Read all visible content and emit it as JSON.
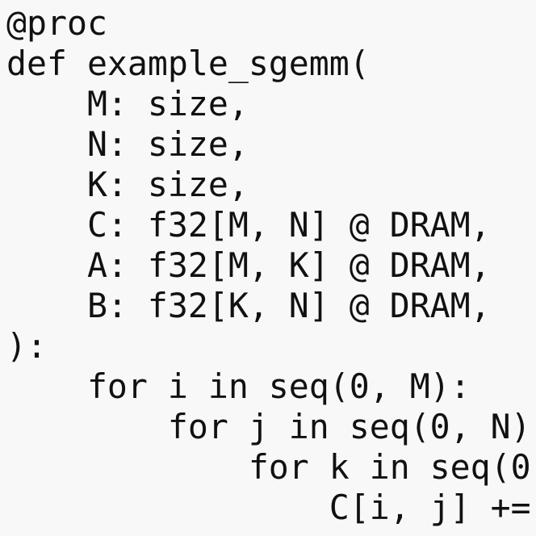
{
  "code": {
    "lines": [
      "@proc",
      "def example_sgemm(",
      "    M: size,",
      "    N: size,",
      "    K: size,",
      "    C: f32[M, N] @ DRAM,",
      "    A: f32[M, K] @ DRAM,",
      "    B: f32[K, N] @ DRAM,",
      "):",
      "    for i in seq(0, M):",
      "        for j in seq(0, N)",
      "            for k in seq(0",
      "                C[i, j] +="
    ]
  },
  "colors": {
    "background": "#f8f8f8",
    "text": "#111111"
  }
}
